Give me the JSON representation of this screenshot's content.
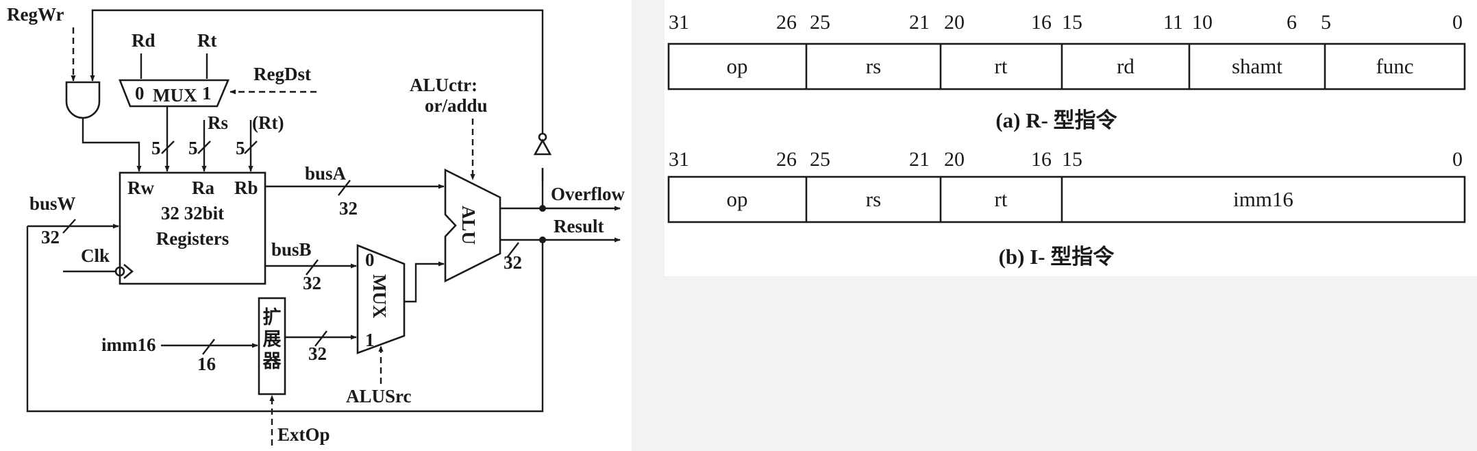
{
  "datapath": {
    "control_signals": {
      "regwr": "RegWr",
      "regdst": "RegDst",
      "aluctr_line1": "ALUctr:",
      "aluctr_line2": "or/addu",
      "alusrc": "ALUSrc",
      "extop": "ExtOp"
    },
    "dst_mux": {
      "in0_label": "Rd",
      "in1_label": "Rt",
      "sel0": "0",
      "title": "MUX",
      "sel1": "1"
    },
    "register_file": {
      "port_rw": "Rw",
      "port_ra": "Ra",
      "port_rb": "Rb",
      "title_line1": "32 32bit",
      "title_line2": "Registers",
      "rs_label": "Rs",
      "rt_label": "(Rt)",
      "width_rw": "5",
      "width_ra": "5",
      "width_rb": "5"
    },
    "buses": {
      "busa": "busA",
      "busa_width": "32",
      "busb": "busB",
      "busb_width": "32",
      "busw": "busW",
      "busw_width": "32",
      "ext_out_width": "32",
      "result_width": "32"
    },
    "clock": "Clk",
    "imm": {
      "label": "imm16",
      "width": "16"
    },
    "extender": {
      "char1": "扩",
      "char2": "展",
      "char3": "器"
    },
    "src_mux": {
      "sel0": "0",
      "title": "MUX",
      "sel1": "1"
    },
    "alu": {
      "title": "ALU"
    },
    "outputs": {
      "overflow": "Overflow",
      "result": "Result"
    }
  },
  "formats": {
    "r_type": {
      "bit_labels": [
        "31",
        "26",
        "25",
        "21",
        "20",
        "16",
        "15",
        "11",
        "10",
        "6",
        "5",
        "0"
      ],
      "fields": [
        "op",
        "rs",
        "rt",
        "rd",
        "shamt",
        "func"
      ],
      "caption": "(a) R- 型指令"
    },
    "i_type": {
      "bit_labels": [
        "31",
        "26",
        "25",
        "21",
        "20",
        "16",
        "15",
        "0"
      ],
      "fields": [
        "op",
        "rs",
        "rt",
        "imm16"
      ],
      "caption": "(b) I- 型指令"
    }
  }
}
